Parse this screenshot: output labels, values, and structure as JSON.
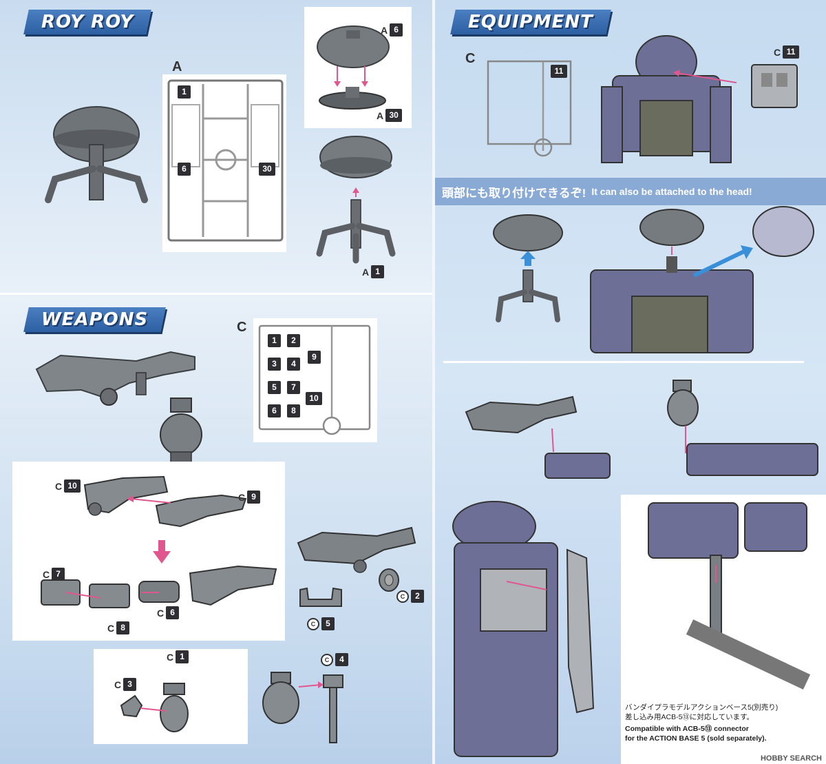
{
  "roy_roy": {
    "title": "ROY ROY",
    "sprue_letter": "A",
    "sprue_numbers": [
      "1",
      "6",
      "30"
    ],
    "callouts": [
      {
        "letter": "A",
        "num": "6"
      },
      {
        "letter": "A",
        "num": "30"
      },
      {
        "letter": "A",
        "num": "1"
      }
    ]
  },
  "weapons": {
    "title": "WEAPONS",
    "sprue_letter": "C",
    "sprue_numbers": [
      "1",
      "2",
      "3",
      "4",
      "5",
      "7",
      "6",
      "8",
      "9",
      "10"
    ],
    "callouts": [
      {
        "letter": "C",
        "num": "10"
      },
      {
        "letter": "C",
        "num": "9"
      },
      {
        "letter": "C",
        "num": "7"
      },
      {
        "letter": "C",
        "num": "6"
      },
      {
        "letter": "C",
        "num": "8"
      },
      {
        "letter": "C",
        "num": "2"
      },
      {
        "letter": "C",
        "num": "5"
      },
      {
        "letter": "C",
        "num": "1"
      },
      {
        "letter": "C",
        "num": "3"
      },
      {
        "letter": "C",
        "num": "4"
      }
    ]
  },
  "equipment": {
    "title": "EQUIPMENT",
    "sprue_letter": "C",
    "sprue_number": "11",
    "callout": {
      "letter": "C",
      "num": "11"
    },
    "head_note_jp": "頭部にも取り付けできるぞ!",
    "head_note_en": "It can also be attached to the head!",
    "base_note_jp_1": "バンダイプラモデルアクションベース5(別売り)",
    "base_note_jp_2": "差し込み用ACB-5⑬に対応しています。",
    "base_note_en_1": "Compatible with ACB-5⑬ connector",
    "base_note_en_2": "for the ACTION BASE 5 (sold separately)."
  },
  "watermark": "HOBBY SEARCH",
  "colors": {
    "title_bg": "#2d5fa3",
    "panel_bg": "#c9dcef",
    "part_gray": "#8a8f94",
    "robot_purple": "#6e6f96",
    "arrow_pink": "#e0568f",
    "arrow_blue": "#3a8fd9"
  }
}
